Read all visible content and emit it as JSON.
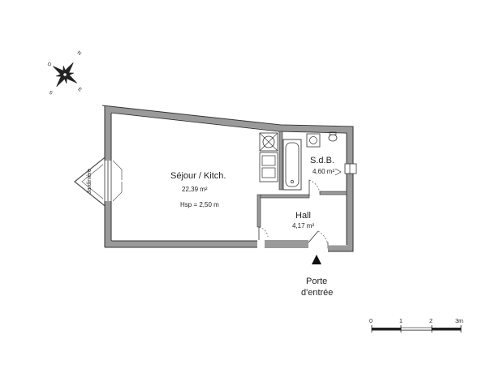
{
  "compass": {
    "north": "N",
    "east": "E",
    "south": "S",
    "west": "O"
  },
  "rooms": {
    "sejour": {
      "name": "Séjour / Kitch.",
      "area": "22,39 m²",
      "height": "Hsp = 2,50 m"
    },
    "sdb": {
      "name": "S.d.B.",
      "area": "4,60 m²"
    },
    "hall": {
      "name": "Hall",
      "area": "4,17 m²"
    }
  },
  "balcony": {
    "label": "Jardinière"
  },
  "entrance": {
    "line1": "Porte",
    "line2": "d'entrée"
  },
  "scale": {
    "ticks": [
      "0",
      "1",
      "2",
      "3m"
    ]
  }
}
